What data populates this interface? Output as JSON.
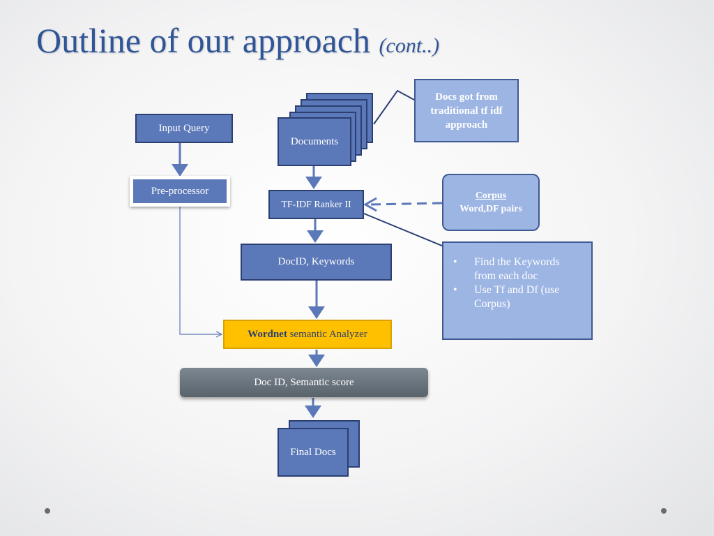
{
  "slide": {
    "title": "Outline of our approach",
    "title_suffix": "(cont..)"
  },
  "boxes": {
    "input_query": "Input Query",
    "pre_processor": "Pre-processor",
    "documents": "Documents",
    "tfidf_ranker": "TF-IDF Ranker II",
    "docid_keywords": "DocID, Keywords",
    "wordnet_bold": "Wordnet",
    "wordnet_rest": " semantic Analyzer",
    "semantic_score": "Doc ID, Semantic score",
    "final_docs": "Final Docs"
  },
  "notes": {
    "docs_from": "Docs got from traditional tf idf approach",
    "corpus_title": "Corpus",
    "corpus_sub": "Word,DF pairs",
    "bullets": [
      "Find the Keywords from each doc",
      "Use Tf and Df (use Corpus)"
    ]
  },
  "colors": {
    "title": "#2f5597",
    "box_fill": "#5b78b8",
    "box_border": "#2b3f72",
    "note_fill": "#9db5e3",
    "analyzer_fill": "#ffc000",
    "score_fill": "#6b757e",
    "arrow": "#5b78b8"
  }
}
